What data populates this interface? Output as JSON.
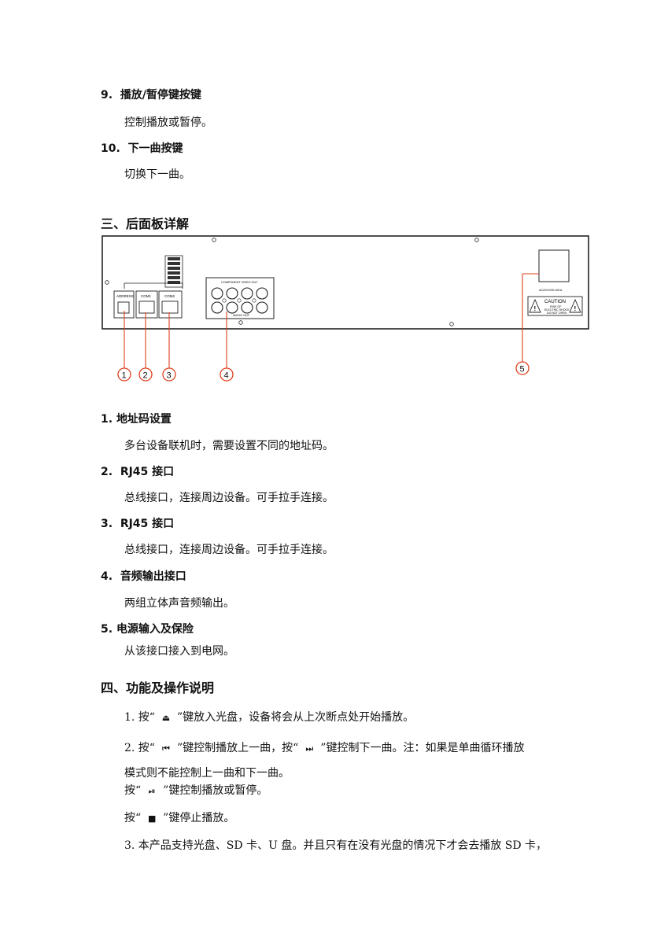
{
  "items_top": [
    {
      "num": "9.",
      "title": "播放/暂停键按键",
      "desc": "控制播放或暂停。"
    },
    {
      "num": "10.",
      "title": "下一曲按键",
      "desc": "切换下一曲。"
    }
  ],
  "section3": {
    "title": "三、后面板详解"
  },
  "panel": {
    "labels": {
      "address": "ADDRESS",
      "com1": "COM1",
      "com2": "COM2",
      "component_video_out": "COMPONENT VIDEO OUT",
      "audio_out": "AUDIO OUT",
      "power_rating": "AC220V/50-60Hz",
      "caution": "CAUTION",
      "caution_line1": "RISK OF",
      "caution_line2": "ELECTRIC SHOCK",
      "caution_line3": "DO NOT OPEN"
    },
    "callouts": [
      "1",
      "2",
      "3",
      "4",
      "5"
    ]
  },
  "items_rear": [
    {
      "num": "1.",
      "title": "地址码设置",
      "desc": "多台设备联机时，需要设置不同的地址码。"
    },
    {
      "num": "2.",
      "title": "RJ45 接口",
      "desc": "总线接口，连接周边设备。可手拉手连接。"
    },
    {
      "num": "3.",
      "title": "RJ45 接口",
      "desc": "总线接口，连接周边设备。可手拉手连接。"
    },
    {
      "num": "4.",
      "title": "音频输出接口",
      "desc": "两组立体声音频输出。"
    },
    {
      "num": "5.",
      "title": "电源输入及保险",
      "desc": "从该接口接入到电网。"
    }
  ],
  "section4": {
    "title": "四、功能及操作说明",
    "p1a": "1. 按“",
    "p1b": "”键放入光盘，设备将会从上次断点处开始播放。",
    "p2a": "2. 按“",
    "p2b": "”键控制播放上一曲，按“",
    "p2c": "”键控制下一曲。注：如果是单曲循环播放",
    "p2d": "模式则不能控制上一曲和下一曲。",
    "p3a": "按“",
    "p3b": "”键控制播放或暂停。",
    "p4a": "按“",
    "p4b": "”键停止播放。",
    "p5": "3. 本产品支持光盘、SD 卡、U 盘。并且只有在没有光盘的情况下才会去播放 SD 卡，"
  },
  "icons": {
    "eject": "eject-icon",
    "prev": "previous-track-icon",
    "next": "next-track-icon",
    "play_pause": "play-pause-icon",
    "stop": "stop-icon"
  },
  "colors": {
    "callout": "#e0401e",
    "text": "#111111"
  }
}
